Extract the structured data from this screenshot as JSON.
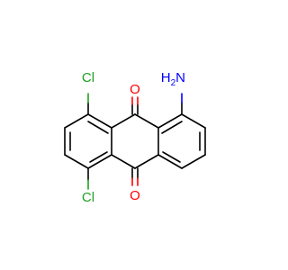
{
  "molecule": {
    "atoms": {
      "o_top": "O",
      "o_bottom": "O",
      "cl_top": "Cl",
      "cl_bottom": "Cl",
      "amino_main": "N",
      "amino_h": "H",
      "amino_h_count": "2"
    },
    "colors": {
      "oxygen": "#ff0000",
      "chlorine": "#1fa01f",
      "nitrogen": "#0000ff",
      "carbon_bonds": "#000000",
      "background": "#ffffff"
    }
  }
}
